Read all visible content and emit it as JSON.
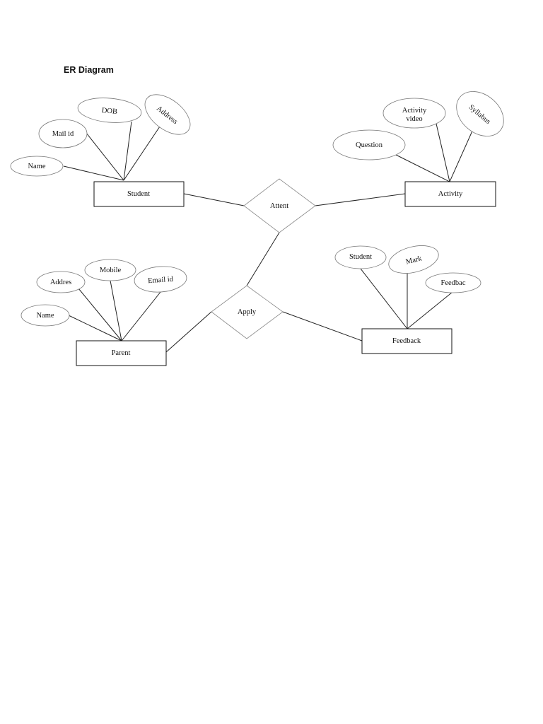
{
  "title": "ER Diagram",
  "entities": {
    "student": "Student",
    "activity": "Activity",
    "parent": "Parent",
    "feedback": "Feedback"
  },
  "relationships": {
    "attent": "Attent",
    "apply": "Apply"
  },
  "attributes": {
    "student": {
      "name": "Name",
      "mail_id": "Mail id",
      "dob": "DOB",
      "address": "Address"
    },
    "activity": {
      "question": "Question",
      "activity_video": [
        "Activity",
        "video"
      ],
      "syllabus": "Syllabus"
    },
    "parent": {
      "name": "Name",
      "addres": "Addres",
      "mobile": "Mobile",
      "email_id": "Email id"
    },
    "feedback": {
      "student": "Student",
      "mark": "Mark",
      "feedbac": "Feedbac"
    }
  }
}
